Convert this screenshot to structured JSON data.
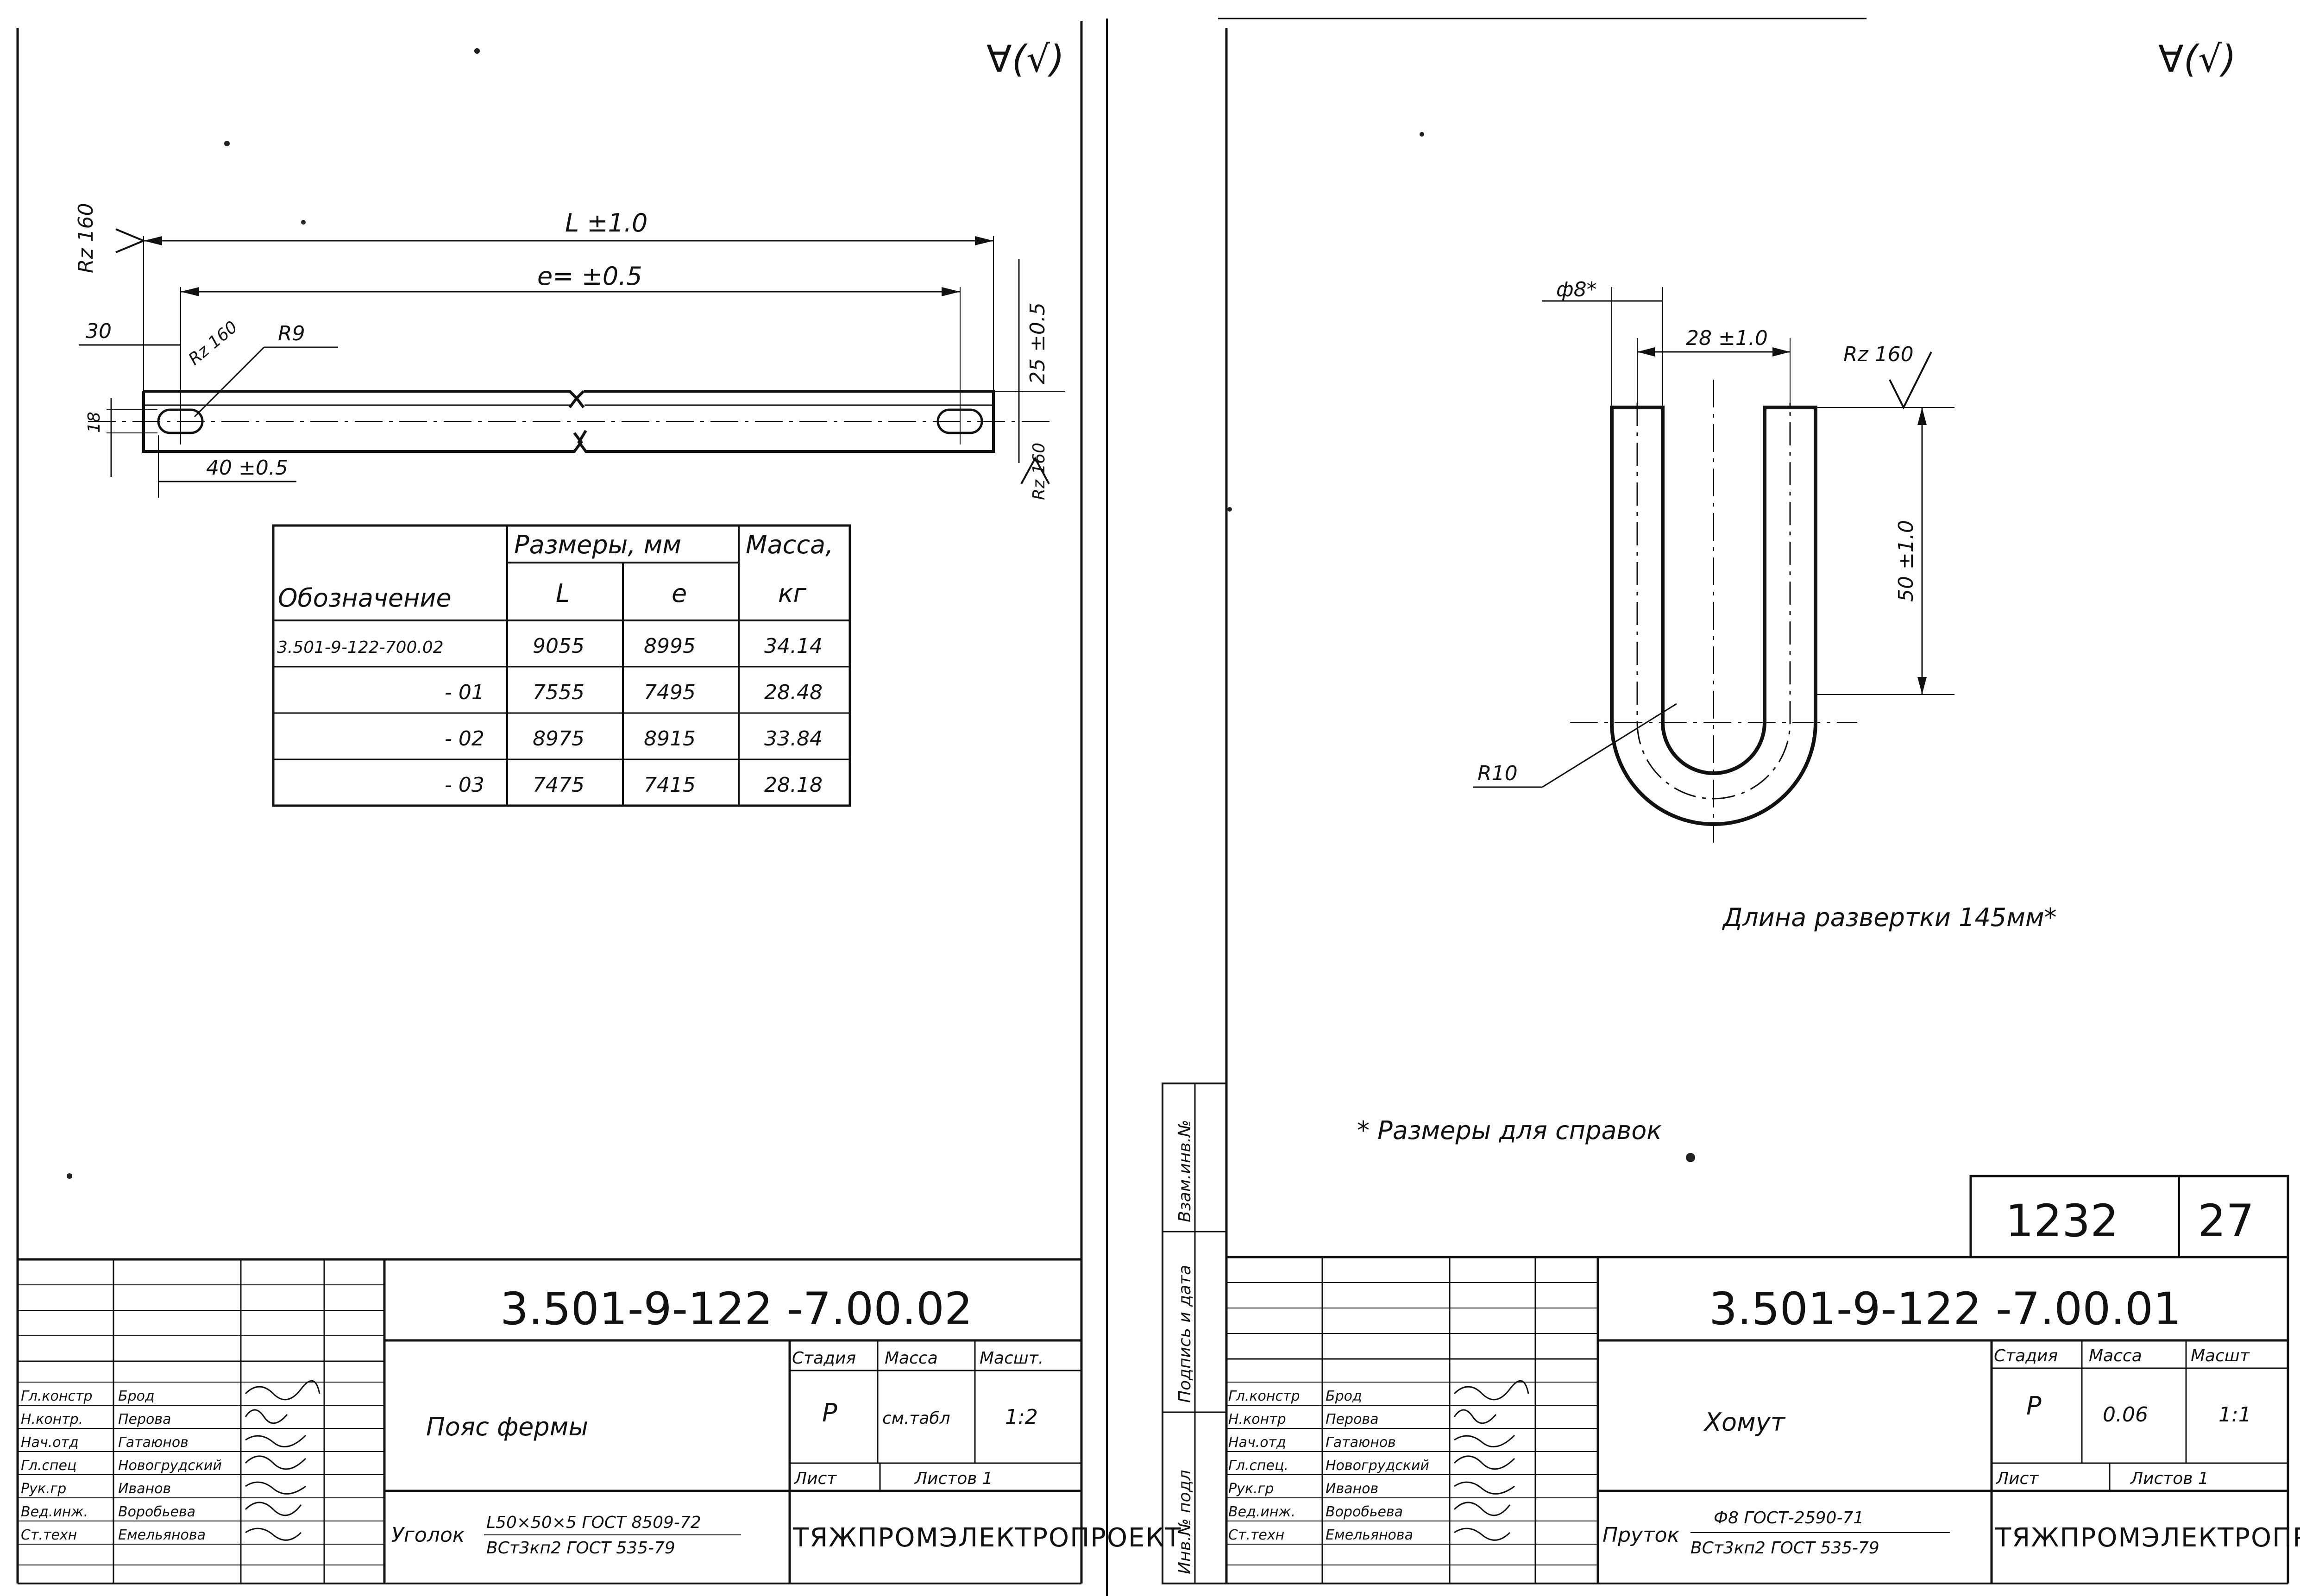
{
  "left_sheet": {
    "roughness_mark": "∀(√)",
    "drawing": {
      "dim_total": "L ±1.0",
      "dim_inner": "e= ±0.5",
      "dim_30": "30",
      "roughness_left": "Rz 160",
      "roughness_hole": "Rz 160",
      "radius": "R9",
      "dim_slot_18": "18",
      "dim_40": "40 ±0.5",
      "dim_25": "25 ±0.5",
      "roughness_right": "Rz 160"
    },
    "table": {
      "headers": {
        "designation": "Обозначение",
        "sizes": "Размеры, мм",
        "mass": "Масса,",
        "col_L": "L",
        "col_e": "e",
        "mass_unit": "кг"
      },
      "rows": [
        {
          "designation": "3.501-9-122-700.02",
          "L": "9055",
          "e": "8995",
          "mass": "34.14"
        },
        {
          "designation": "- 01",
          "L": "7555",
          "e": "7495",
          "mass": "28.48"
        },
        {
          "designation": "- 02",
          "L": "8975",
          "e": "8915",
          "mass": "33.84"
        },
        {
          "designation": "- 03",
          "L": "7475",
          "e": "7415",
          "mass": "28.18"
        }
      ]
    },
    "title_block": {
      "doc_number": "3.501-9-122 -7.00.02",
      "name": "Пояс фермы",
      "material_label": "Уголок",
      "material_line1": "L50×50×5 ГОСТ 8509-72",
      "material_line2": "ВСт3кп2 ГОСТ 535-79",
      "stage_label": "Стадия",
      "mass_label": "Масса",
      "scale_label": "Масшт.",
      "stage": "Р",
      "mass": "см.табл",
      "scale": "1:2",
      "sheet_label": "Лист",
      "sheets_label": "Листов 1",
      "organization": "ТЯЖПРОМЭЛЕКТРОПРОЕКТ",
      "roles": [
        "Гл.констр",
        "Н.контр.",
        "Нач.отд",
        "Гл.спец",
        "Рук.гр",
        "Вед.инж.",
        "Ст.техн"
      ],
      "people": [
        "Брод",
        "Перова",
        "Гатаюнов",
        "Новогрудский",
        "Иванов",
        "Воробьева",
        "Емельянова"
      ]
    }
  },
  "right_sheet": {
    "roughness_mark": "∀(√)",
    "drawing": {
      "diameter": "ф8*",
      "dim_28": "28 ±1.0",
      "roughness": "Rz 160",
      "dim_50": "50 ±1.0",
      "radius": "R10",
      "development_length": "Длина развертки 145мм*",
      "reference_note": "* Размеры для справок"
    },
    "side_stamp": [
      "Инв.№ подл",
      "Подпись и дата",
      "Взам.инв.№"
    ],
    "corner_box": {
      "number": "1232",
      "sheet": "27"
    },
    "title_block": {
      "doc_number": "3.501-9-122 -7.00.01",
      "name": "Хомут",
      "material_label": "Пруток",
      "material_line1": "Ф8 ГОСТ-2590-71",
      "material_line2": "ВСт3кп2 ГОСТ 535-79",
      "stage_label": "Стадия",
      "mass_label": "Масса",
      "scale_label": "Масшт",
      "stage": "Р",
      "mass": "0.06",
      "scale": "1:1",
      "sheet_label": "Лист",
      "sheets_label": "Листов 1",
      "organization": "ТЯЖПРОМЭЛЕКТРОПРОЕКТ",
      "roles": [
        "Гл.констр",
        "Н.контр",
        "Нач.отд",
        "Гл.спец.",
        "Рук.гр",
        "Вед.инж.",
        "Ст.техн"
      ],
      "people": [
        "Брод",
        "Перова",
        "Гатаюнов",
        "Новогрудский",
        "Иванов",
        "Воробьева",
        "Емельянова"
      ]
    }
  }
}
